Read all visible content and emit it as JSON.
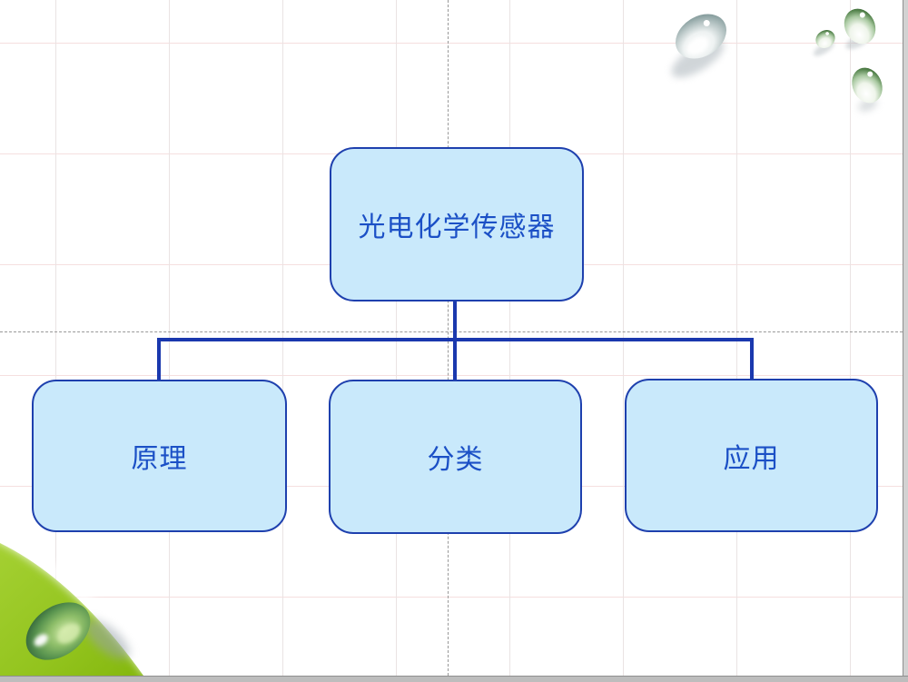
{
  "slide": {
    "kind": "presentation-slide",
    "background_color": "#ffffff",
    "grid_v_color": "#eae3e3",
    "grid_h_color": "#f5dfdf",
    "guide_color": "#999999",
    "edge_shadow_color": "#bdbdbd"
  },
  "diagram": {
    "type": "org-chart",
    "root": {
      "label": "光电化学传感器"
    },
    "children": [
      {
        "label": "原理"
      },
      {
        "label": "分类"
      },
      {
        "label": "应用"
      }
    ],
    "node_fill_color": "#c9e9fb",
    "node_border_color": "#1e40ae",
    "node_text_color": "#1b50c6",
    "connector_color": "#1a38ae"
  },
  "decorations": {
    "top_right_icons": [
      "water-droplet-gray-icon",
      "water-droplet-green-small-icon",
      "water-droplet-green-medium-icon",
      "water-droplet-green-lower-icon"
    ],
    "bottom_left_icons": [
      "leaf-corner-wedge-icon",
      "water-droplet-green-large-icon"
    ],
    "leaf_green_color": "#93c41e",
    "droplet_gray_color": "#8aa0a0",
    "droplet_green_color": "#4f7f47"
  }
}
